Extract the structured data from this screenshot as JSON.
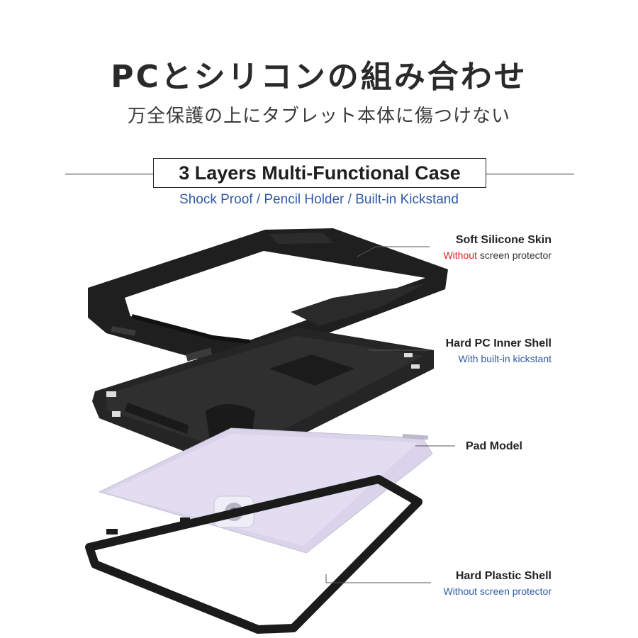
{
  "header": {
    "title": "PCとシリコンの組み合わせ",
    "subtitle": "万全保護の上にタブレット本体に傷つけない"
  },
  "section": {
    "boxed_title": "3 Layers Multi-Functional Case",
    "features": "Shock Proof / Pencil Holder / Built-in Kickstand"
  },
  "layers": [
    {
      "title": "Soft Silicone Skin",
      "note_highlight": "Without",
      "note_rest": " screen protector",
      "highlight_color": "#e0202a"
    },
    {
      "title": "Hard PC Inner Shell",
      "note": "With built-in kickstant"
    },
    {
      "title": "Pad Model"
    },
    {
      "title": "Hard Plastic Shell",
      "note": "Without screen protector"
    }
  ],
  "colors": {
    "accent_blue": "#2f5aa8",
    "warning_red": "#e0202a",
    "case_black": "#1e1e1e",
    "pad_lavender": "#d9d4ea"
  }
}
